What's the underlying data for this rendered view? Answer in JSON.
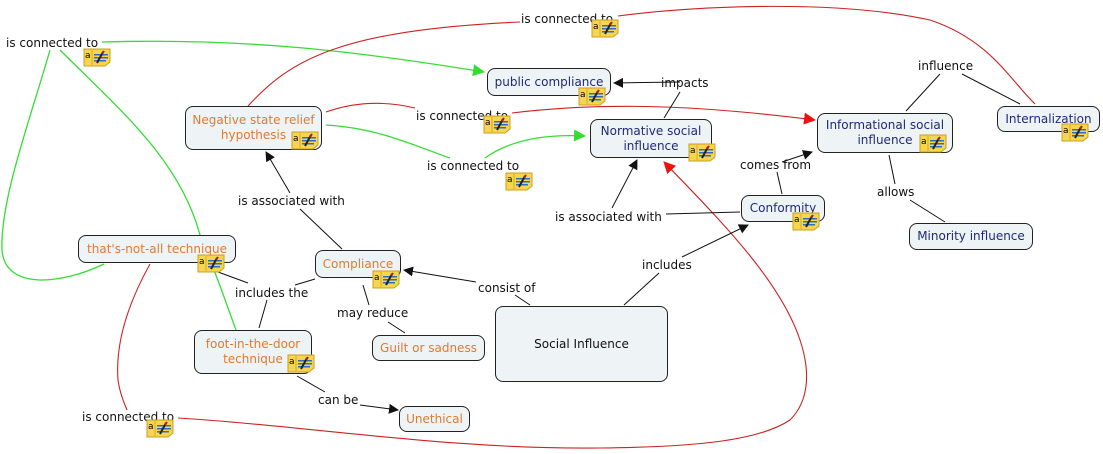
{
  "colors": {
    "node_fill": "#eef3f5",
    "concept_orange": "#e07a30",
    "concept_navy": "#1f2a7a",
    "link_black": "#111111",
    "link_green": "#33dd33",
    "link_red": "#cc2222"
  },
  "nodes": {
    "public_compliance": "public compliance",
    "negative_state": "Negative state relief\nhypothesis",
    "normative": "Normative social\ninfluence",
    "informational": "Informational social\ninfluence",
    "internalization": "Internalization",
    "conformity": "Conformity",
    "minority": "Minority influence",
    "thats_not_all": "that's-not-all technique",
    "compliance": "Compliance",
    "foot_in_door": "foot-in-the-door\ntechnique",
    "guilt": "Guilt or sadness",
    "social_influence": "Social Influence",
    "unethical": "Unethical"
  },
  "links": {
    "connected_top": "is connected to",
    "connected_left": "is connected to",
    "connected_mid1": "is connected to",
    "connected_mid2": "is connected to",
    "connected_bottom": "is connected to",
    "impacts": "impacts",
    "influence": "influence",
    "comes_from": "comes from",
    "allows": "allows",
    "associated_left": "is associated with",
    "associated_right": "is associated with",
    "includes_the": "includes the",
    "may_reduce": "may reduce",
    "consist_of": "consist of",
    "includes": "includes",
    "can_be": "can be"
  },
  "icons": {
    "note": "annotation-note-icon"
  }
}
